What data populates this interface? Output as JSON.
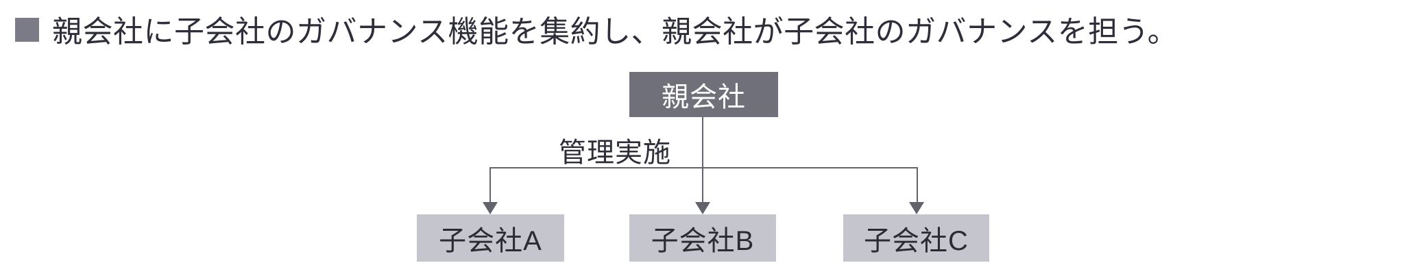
{
  "colors": {
    "background": "#ffffff",
    "text": "#2e2e3a",
    "bullet": "#7b7b87",
    "parent_box_bg": "#70707b",
    "parent_box_text": "#ffffff",
    "child_box_bg": "#c5c5ce",
    "child_box_text": "#2b2b33",
    "connector": "#63636d"
  },
  "header": {
    "bullet_icon": "square-bullet-icon",
    "text": "親会社に子会社のガバナンス機能を集約し、親会社が子会社のガバナンスを担う。"
  },
  "diagram": {
    "type": "org-chart",
    "parent": {
      "label": "親会社"
    },
    "edge_label": "管理実施",
    "children": [
      {
        "label": "子会社A"
      },
      {
        "label": "子会社B"
      },
      {
        "label": "子会社C"
      }
    ]
  }
}
